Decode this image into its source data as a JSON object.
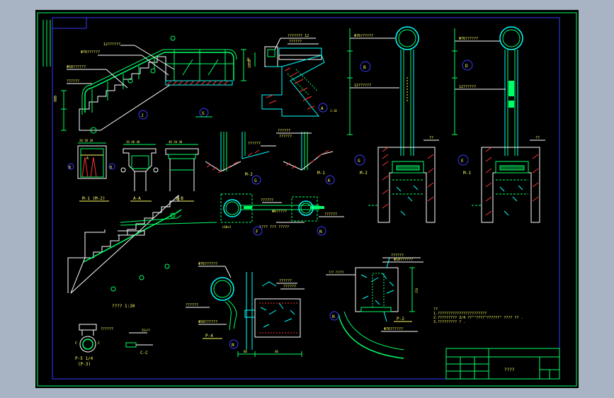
{
  "colors": {
    "background": "#000000",
    "frame_outer": "#00ff66",
    "frame_inner": "#3a3aff",
    "stair": "#ffffff",
    "rail": "#00ff66",
    "concrete": "#00ffff",
    "hatch": "#ff3333",
    "label_blue": "#3a3aff",
    "text": "#ffff66",
    "dim": "#ffffff"
  },
  "callouts": {
    "A": "A",
    "B": "B",
    "C": "C",
    "D": "D",
    "E": "E",
    "F": "F",
    "G": "G",
    "K": "K",
    "N": "N",
    "S": "S",
    "J": "J"
  },
  "section_labels": {
    "m1_m2": "M-1 (M-2)",
    "aa": "A-A",
    "bb": "B-B",
    "m2": "M-2",
    "m1": "M-1",
    "m2_right": "M-2",
    "m1_right": "M-1",
    "p4": "P-4",
    "p2": "P-2",
    "p5": "P-5 1/4",
    "p3": "(P-3)",
    "cc": "C-C"
  },
  "dimensions": {
    "d80": "80",
    "d40": "40",
    "d60": "60",
    "d20": "20",
    "d150": "150",
    "d50": "50"
  },
  "notes_heading": "??",
  "notes_line1": "1.???????????????????????",
  "notes_line2": "2.????????? 3/4  ??\"\"????\"??????\" ???? ?? .",
  "notes_line3": "3.????????? ? .",
  "title_block": {
    "drawing_title": "????"
  }
}
